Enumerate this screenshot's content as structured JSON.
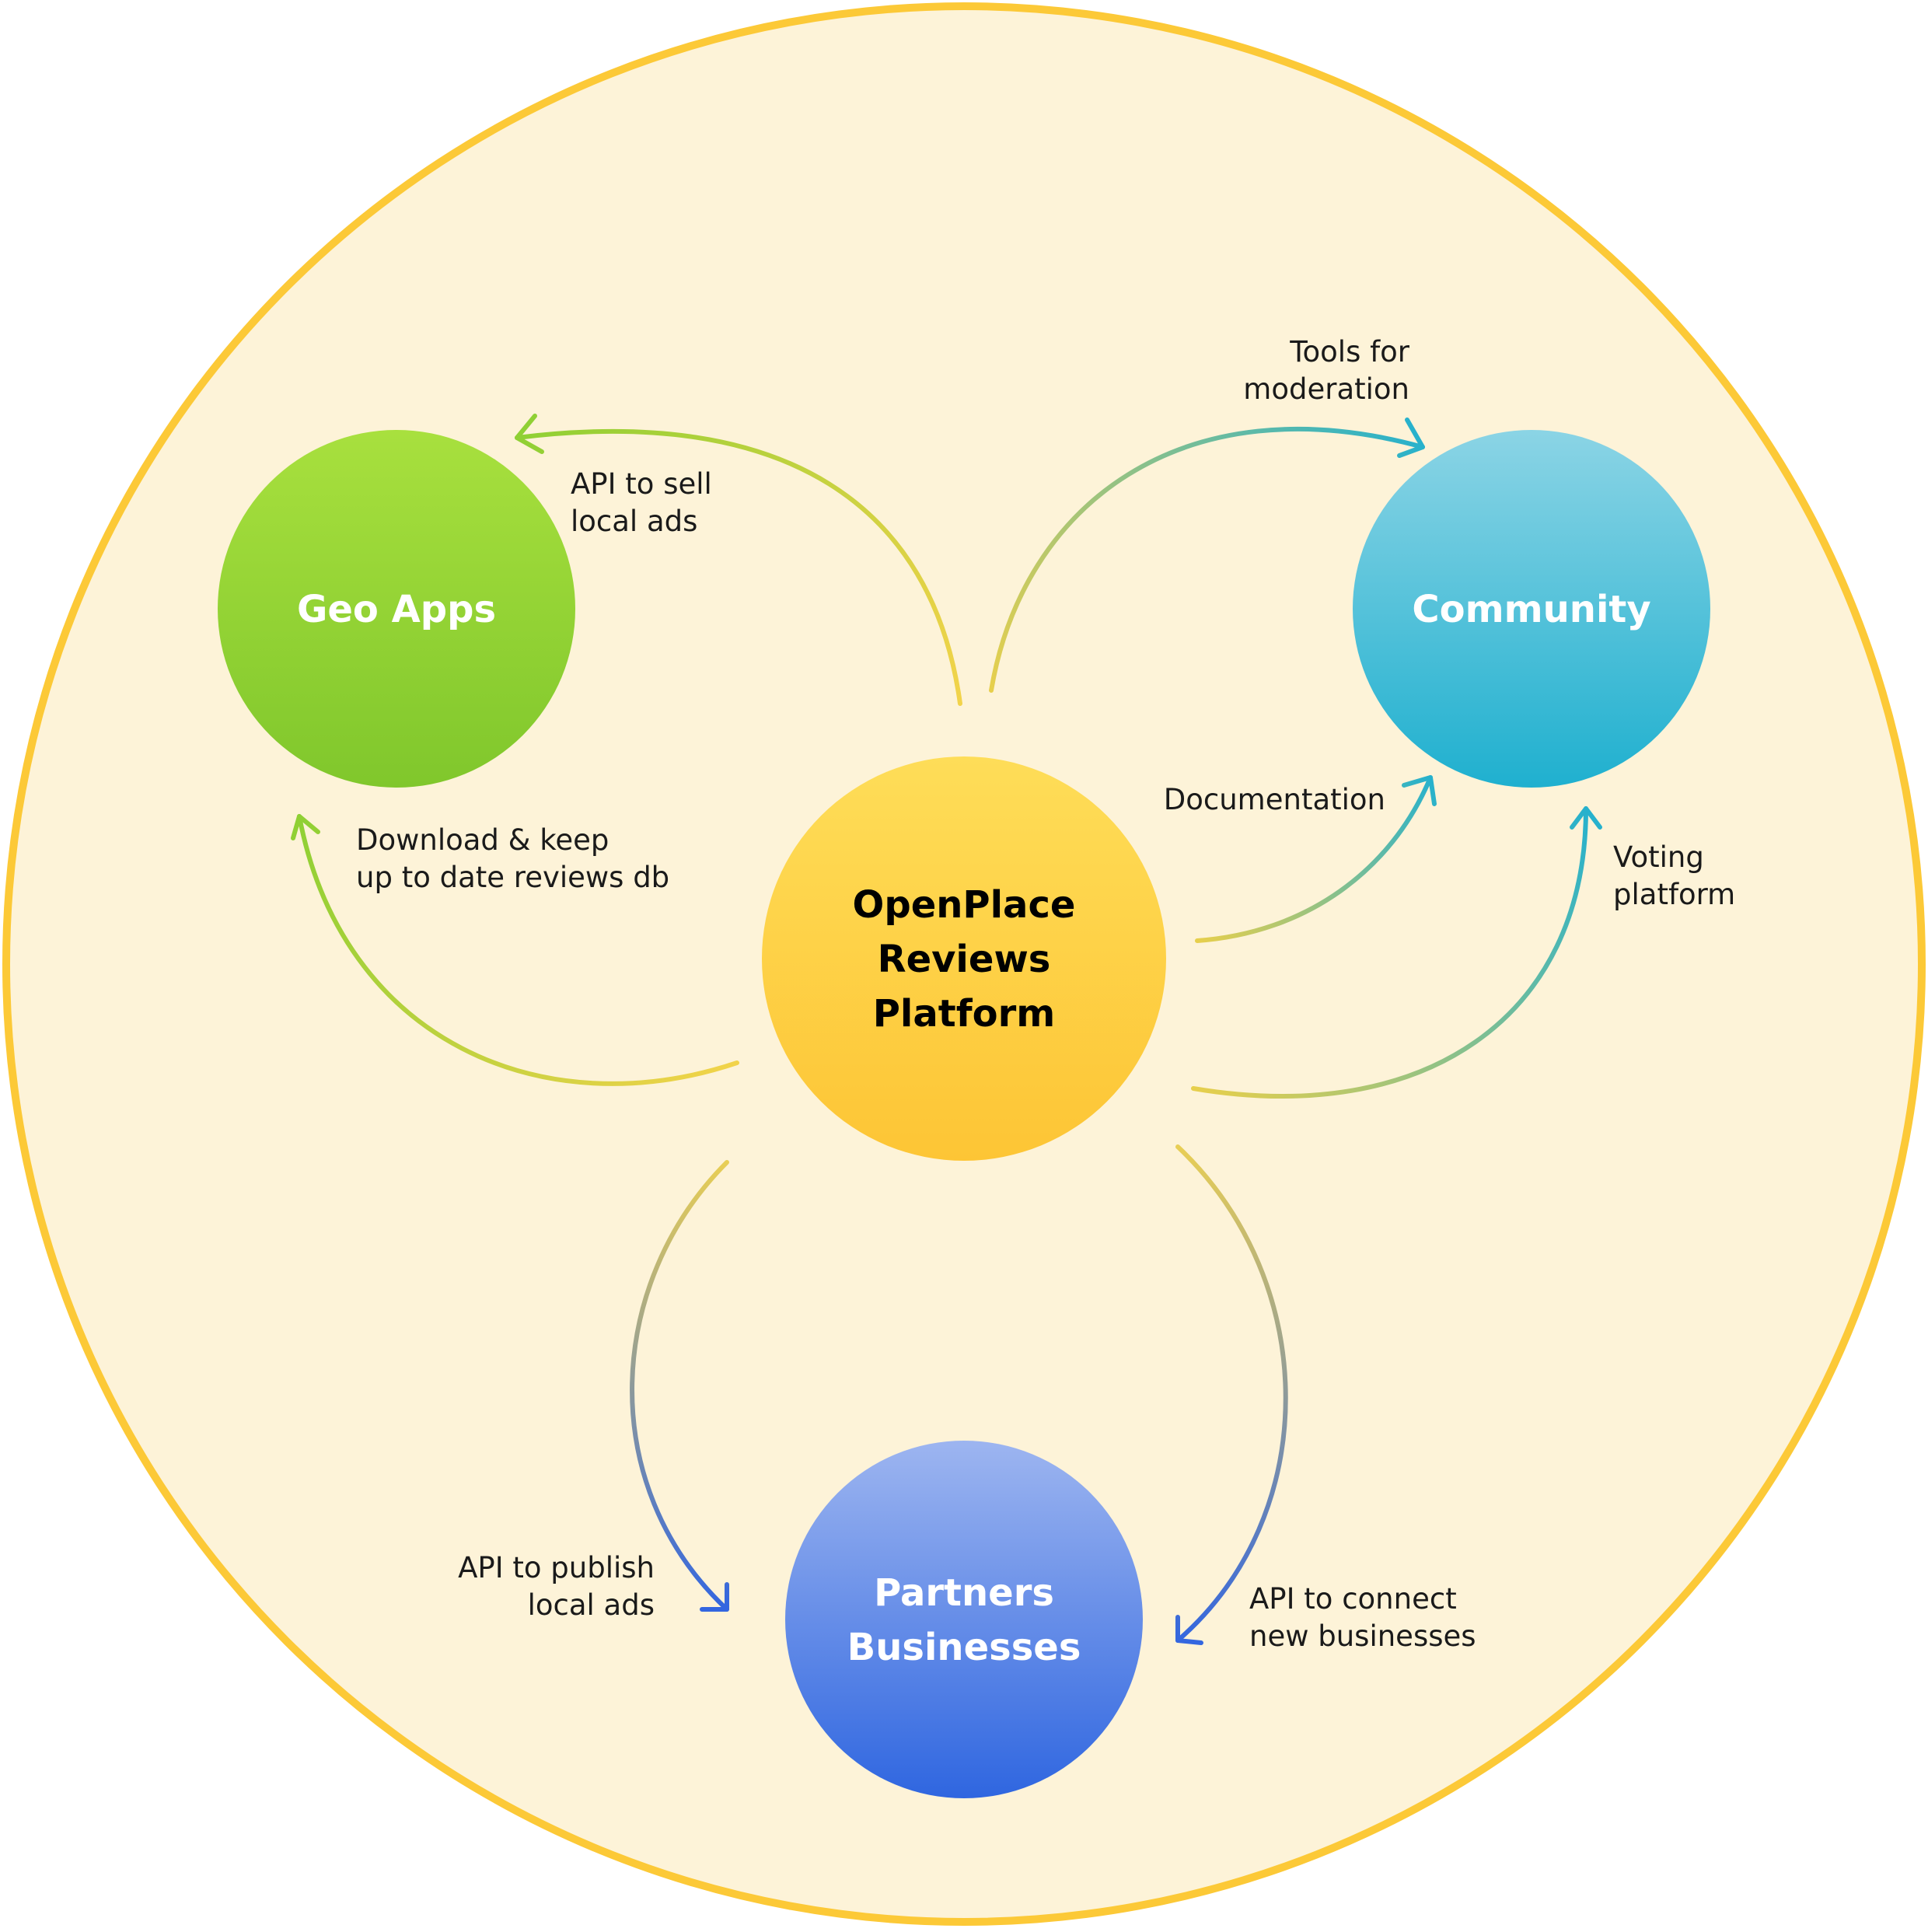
{
  "colors": {
    "background_fill": "#fdf3d8",
    "outer_ring": "#fcc937",
    "center_text": "#000000",
    "node_text": "#ffffff",
    "label_text": "#1a1a1a",
    "geo_green": "#8cd033",
    "community_teal": "#22b0cf",
    "partners_blue": "#3068e0",
    "platform_yellow": "#fdd33d"
  },
  "nodes": {
    "platform": {
      "lines": [
        "OpenPlace",
        "Reviews",
        "Platform"
      ]
    },
    "geo_apps": {
      "lines": [
        "Geo Apps"
      ]
    },
    "community": {
      "lines": [
        "Community"
      ]
    },
    "partners": {
      "lines": [
        "Partners",
        "Businesses"
      ]
    }
  },
  "edges": {
    "api_sell_ads": {
      "lines": [
        "API to sell",
        "local ads"
      ]
    },
    "download_db": {
      "lines": [
        "Download & keep",
        "up to date reviews db"
      ]
    },
    "tools_moderation": {
      "lines": [
        "Tools for",
        "moderation"
      ]
    },
    "documentation": {
      "lines": [
        "Documentation"
      ]
    },
    "voting_platform": {
      "lines": [
        "Voting",
        "platform"
      ]
    },
    "api_publish_ads": {
      "lines": [
        "API to publish",
        "local ads"
      ]
    },
    "api_connect_businesses": {
      "lines": [
        "API to connect",
        "new businesses"
      ]
    }
  }
}
